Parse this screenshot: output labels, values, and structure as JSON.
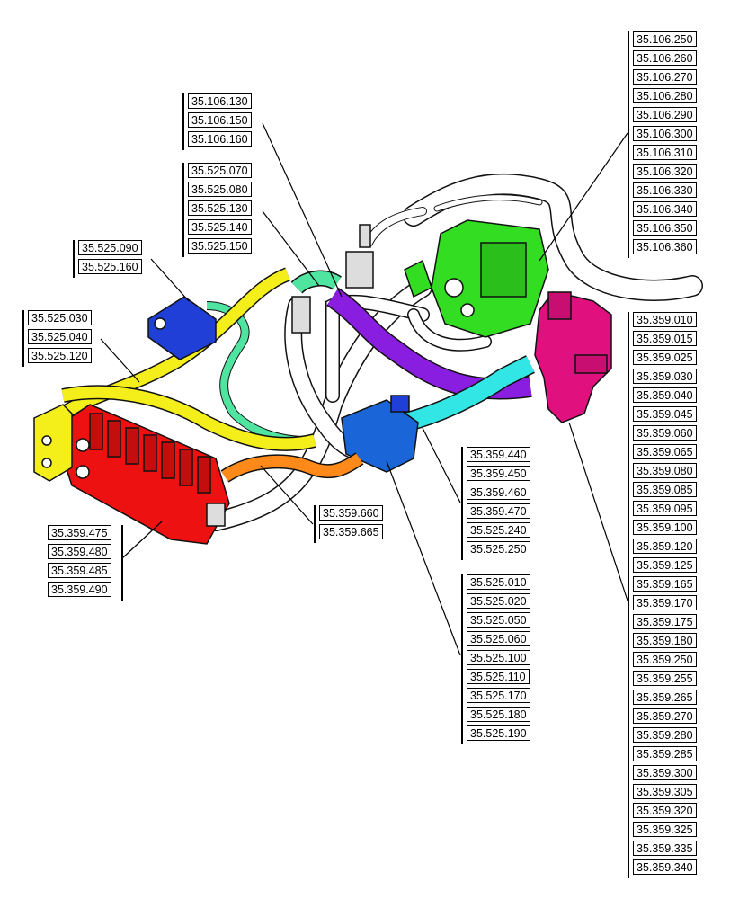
{
  "groups": [
    {
      "id": "g1",
      "labels": [
        "35.106.130",
        "35.106.150",
        "35.106.160"
      ]
    },
    {
      "id": "g2",
      "labels": [
        "35.525.070",
        "35.525.080",
        "35.525.130",
        "35.525.140",
        "35.525.150"
      ]
    },
    {
      "id": "g3",
      "labels": [
        "35.525.090",
        "35.525.160"
      ]
    },
    {
      "id": "g4",
      "labels": [
        "35.525.030",
        "35.525.040",
        "35.525.120"
      ]
    },
    {
      "id": "g5",
      "labels": [
        "35.106.250",
        "35.106.260",
        "35.106.270",
        "35.106.280",
        "35.106.290",
        "35.106.300",
        "35.106.310",
        "35.106.320",
        "35.106.330",
        "35.106.340",
        "35.106.350",
        "35.106.360"
      ]
    },
    {
      "id": "g6",
      "labels": [
        "35.359.010",
        "35.359.015",
        "35.359.025",
        "35.359.030",
        "35.359.040",
        "35.359.045",
        "35.359.060",
        "35.359.065",
        "35.359.080",
        "35.359.085",
        "35.359.095",
        "35.359.100",
        "35.359.120",
        "35.359.125",
        "35.359.165",
        "35.359.170",
        "35.359.175",
        "35.359.180",
        "35.359.250",
        "35.359.255",
        "35.359.265",
        "35.359.270",
        "35.359.280",
        "35.359.285",
        "35.359.300",
        "35.359.305",
        "35.359.320",
        "35.359.325",
        "35.359.335",
        "35.359.340"
      ]
    },
    {
      "id": "g7",
      "labels": [
        "35.359.440",
        "35.359.450",
        "35.359.460",
        "35.359.470",
        "35.525.240",
        "35.525.250"
      ]
    },
    {
      "id": "g8",
      "labels": [
        "35.359.660",
        "35.359.665"
      ]
    },
    {
      "id": "g9",
      "labels": [
        "35.359.475",
        "35.359.480",
        "35.359.485",
        "35.359.490"
      ]
    },
    {
      "id": "g10",
      "labels": [
        "35.525.010",
        "35.525.020",
        "35.525.050",
        "35.525.060",
        "35.525.100",
        "35.525.110",
        "35.525.170",
        "35.525.180",
        "35.525.190"
      ]
    }
  ],
  "colors": {
    "pump_green": "#33dd22",
    "valve_red": "#ee1111",
    "valve_magenta": "#e0117f",
    "block_blue": "#1f3fd6",
    "block_blue2": "#1a66d8",
    "hose_yellow": "#f4ef1a",
    "hose_purple": "#8a1ee0",
    "hose_cyan": "#33e6e6",
    "hose_orange": "#ff8a1a",
    "hose_mint": "#4fe5a0",
    "hose_white": "#ffffff",
    "outline": "#111111"
  }
}
